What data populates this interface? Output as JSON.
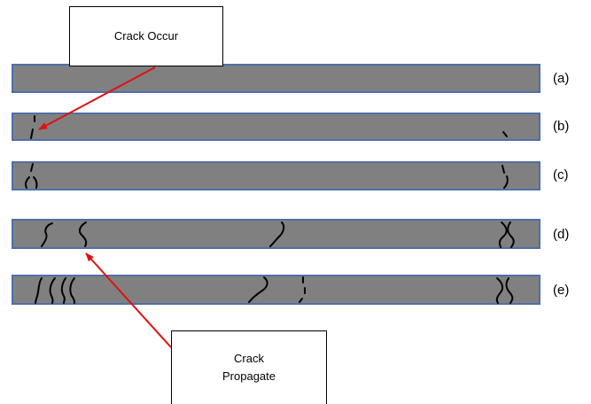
{
  "callouts": {
    "crack_occur": "Crack Occur",
    "crack_propagate_line1": "Crack",
    "crack_propagate_line2": "Propagate"
  },
  "bars": [
    {
      "label": "(a)"
    },
    {
      "label": "(b)"
    },
    {
      "label": "(c)"
    },
    {
      "label": "(d)"
    },
    {
      "label": "(e)"
    }
  ],
  "colors": {
    "bar_fill": "#808080",
    "bar_stroke": "#4f6fa8",
    "crack": "#000000",
    "arrow": "#e01010"
  }
}
